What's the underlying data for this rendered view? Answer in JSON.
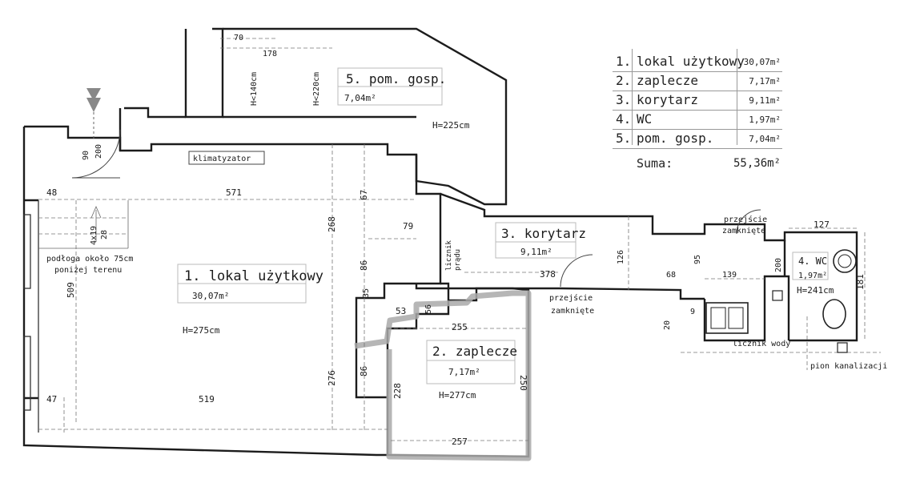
{
  "rooms": [
    {
      "id": "r1",
      "name": "1. lokal użytkowy",
      "area": "30,07m²",
      "height": "H=275cm"
    },
    {
      "id": "r2",
      "name": "2. zaplecze",
      "area": "7,17m²",
      "height": "H=277cm"
    },
    {
      "id": "r3",
      "name": "3. korytarz",
      "area": "9,11m²",
      "height": "H=225cm"
    },
    {
      "id": "r4",
      "name": "4. WC",
      "area": "1,97m²",
      "height": "H=241cm"
    },
    {
      "id": "r5",
      "name": "5. pom. gosp.",
      "area": "7,04m²"
    }
  ],
  "table": {
    "rows": [
      {
        "num": "1.",
        "name": "lokal użytkowy",
        "area": "30,07m²"
      },
      {
        "num": "2.",
        "name": "zaplecze",
        "area": "7,17m²"
      },
      {
        "num": "3.",
        "name": "korytarz",
        "area": "9,11m²"
      },
      {
        "num": "4.",
        "name": "WC",
        "area": "1,97m²"
      },
      {
        "num": "5.",
        "name": "pom. gosp.",
        "area": "7,04m²"
      }
    ],
    "sum_label": "Suma:",
    "sum_value": "55,36m²"
  },
  "labels": {
    "klimatyzator": "klimatyzator",
    "podloga_1": "podłoga około 75cm",
    "podloga_2": "poniżej terenu",
    "licznik_pradu_1": "licznik",
    "licznik_pradu_2": "prądu",
    "przejscie_1_a": "przejście",
    "przejscie_1_b": "zamknięte",
    "przejscie_2_a": "przejście",
    "przejscie_2_b": "zamknięte",
    "licznik_wody": "licznik wody",
    "pion": "pion kanalizacji",
    "h140": "H<140cm",
    "h220": "H<220cm",
    "stair": "4x19",
    "stair2": "28"
  },
  "dims": {
    "d70": "70",
    "d178": "178",
    "d90": "90",
    "d200": "200",
    "d48": "48",
    "d571": "571",
    "d67": "67",
    "d268": "268",
    "d79": "79",
    "d86a": "86",
    "d35": "35",
    "d53": "53",
    "d56": "56",
    "d509": "509",
    "d47": "47",
    "d519": "519",
    "d276": "276",
    "d86b": "86",
    "d255": "255",
    "d228": "228",
    "d250": "250",
    "d257": "257",
    "d378": "378",
    "d126": "126",
    "d95": "95",
    "d68": "68",
    "d139": "139",
    "d200b": "200",
    "d127": "127",
    "d181": "181",
    "d20": "20",
    "d9": "9"
  }
}
